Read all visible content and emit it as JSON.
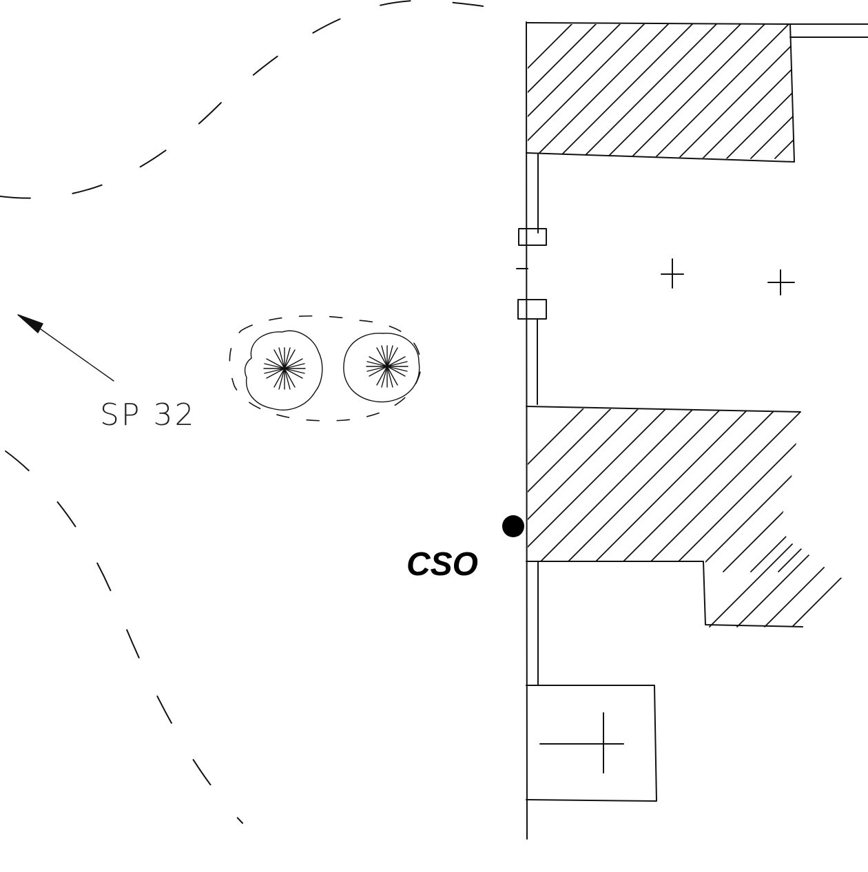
{
  "map": {
    "labels": {
      "road_label": "SP 32",
      "marker_label": "CSO"
    },
    "features": {
      "marker": "point-marker",
      "trees": "shrub-icon",
      "arrow": "direction-arrow"
    },
    "colors": {
      "ink": "#111111",
      "paper": "#ffffff",
      "marker": "#000000"
    }
  }
}
